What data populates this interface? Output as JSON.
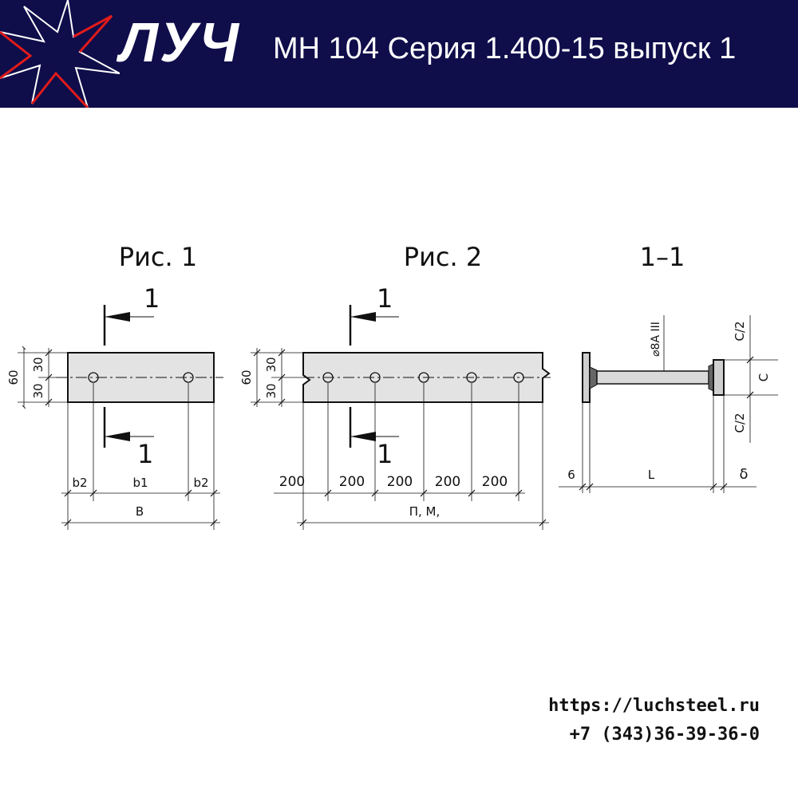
{
  "header": {
    "brand": "ЛУЧ",
    "title": "МН 104 Серия 1.400-15 выпуск 1"
  },
  "drawing": {
    "fig1": {
      "title": "Рис. 1",
      "section_mark": "1",
      "dims": {
        "height": "60",
        "half_top": "30",
        "half_bottom": "30",
        "edge_left": "b2",
        "middle": "b1",
        "edge_right": "b2",
        "total": "В"
      }
    },
    "fig2": {
      "title": "Рис. 2",
      "section_mark": "1",
      "dims": {
        "height": "60",
        "half_top": "30",
        "half_bottom": "30",
        "spacing": [
          "200",
          "200",
          "200",
          "200",
          "200"
        ],
        "total": "П, М,"
      }
    },
    "section": {
      "title": "1–1",
      "rod_label": "⌀8А III",
      "c_half_top": "С/2",
      "c": "С",
      "c_half_bottom": "С/2",
      "weld_leg": "6",
      "length": "L",
      "thickness": "δ"
    }
  },
  "contacts": {
    "site": "https://luchsteel.ru",
    "phone": "+7 (343)36-39-36-0"
  }
}
